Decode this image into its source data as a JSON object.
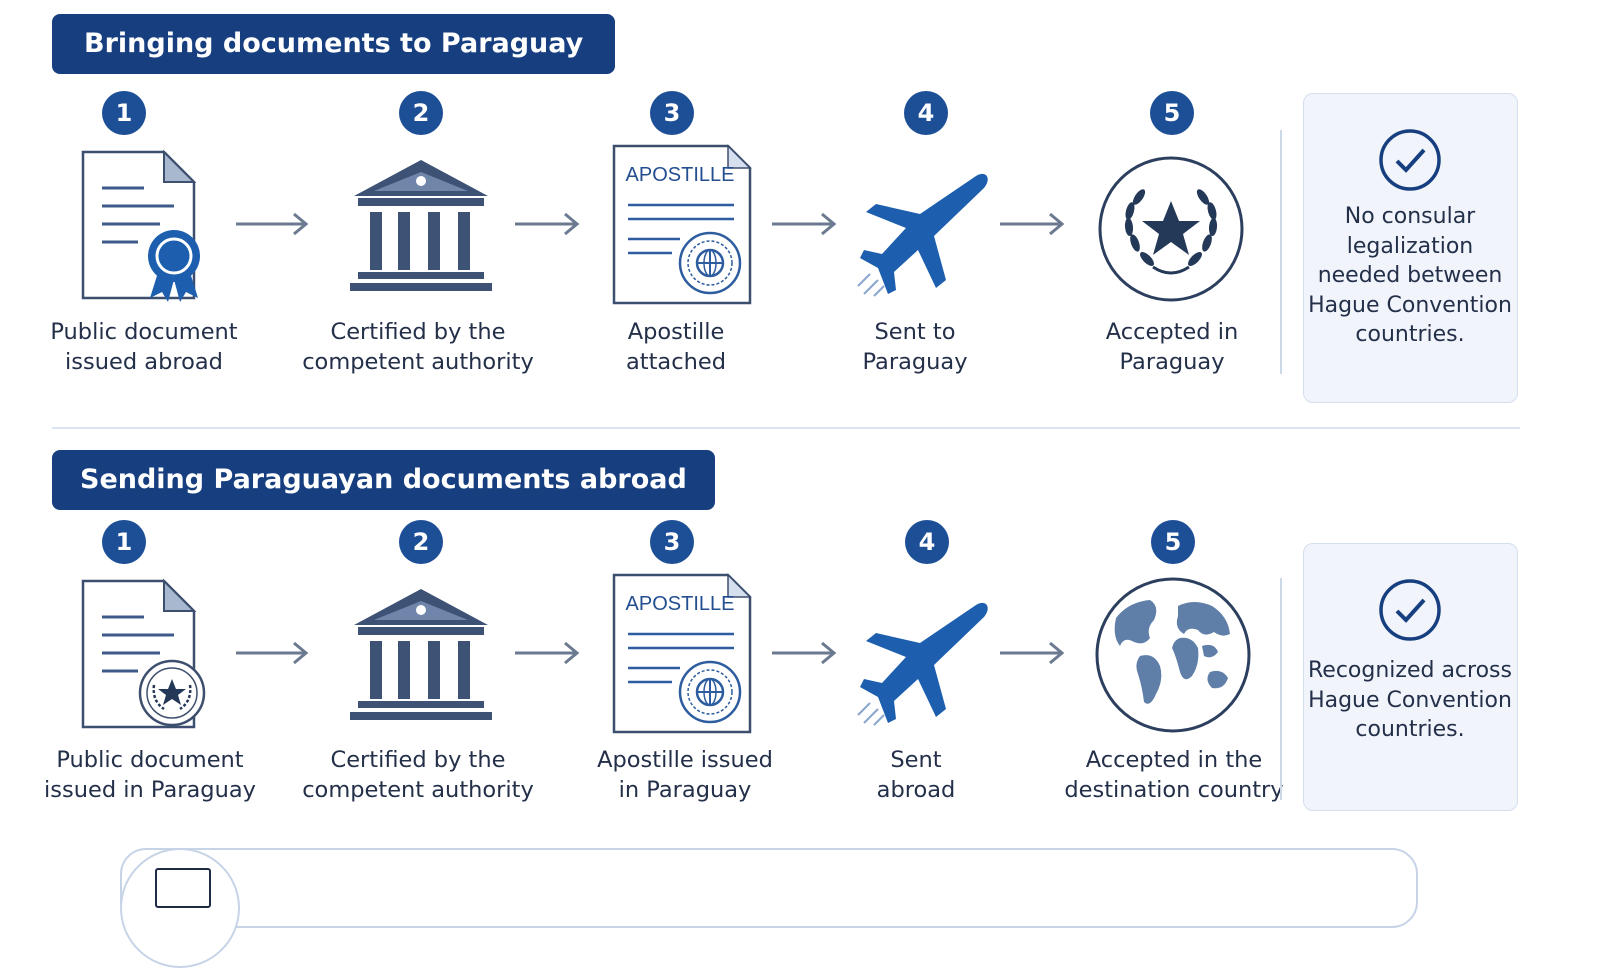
{
  "sections": [
    {
      "title": "Bringing documents to Paraguay",
      "steps": [
        {
          "number": "1",
          "label": "Public document issued abroad",
          "icon": "certificate-document-icon"
        },
        {
          "number": "2",
          "label": "Certified by the competent authority",
          "icon": "government-building-icon"
        },
        {
          "number": "3",
          "label": "Apostille attached",
          "icon": "apostille-document-icon"
        },
        {
          "number": "4",
          "label": "Sent to Paraguay",
          "icon": "airplane-icon"
        },
        {
          "number": "5",
          "label": "Accepted in Paraguay",
          "icon": "star-laurel-seal-icon"
        }
      ],
      "note": "No consular legalization needed between Hague Convention countries."
    },
    {
      "title": "Sending Paraguayan documents abroad",
      "steps": [
        {
          "number": "1",
          "label": "Public document issued in Paraguay",
          "icon": "sealed-document-icon"
        },
        {
          "number": "2",
          "label": "Certified by the competent authority",
          "icon": "government-building-icon"
        },
        {
          "number": "3",
          "label": "Apostille issued in Paraguay",
          "icon": "apostille-document-icon"
        },
        {
          "number": "4",
          "label": "Sent abroad",
          "icon": "airplane-icon"
        },
        {
          "number": "5",
          "label": "Accepted in the destination country",
          "icon": "globe-icon"
        }
      ],
      "note": "Recognized across Hague Convention countries."
    }
  ],
  "apostille_text": "APOSTILLE",
  "colors": {
    "primary": "#173f80",
    "icon_blue": "#1d5fae",
    "slate": "#3d4f6e",
    "panel": "#f1f5fb"
  }
}
